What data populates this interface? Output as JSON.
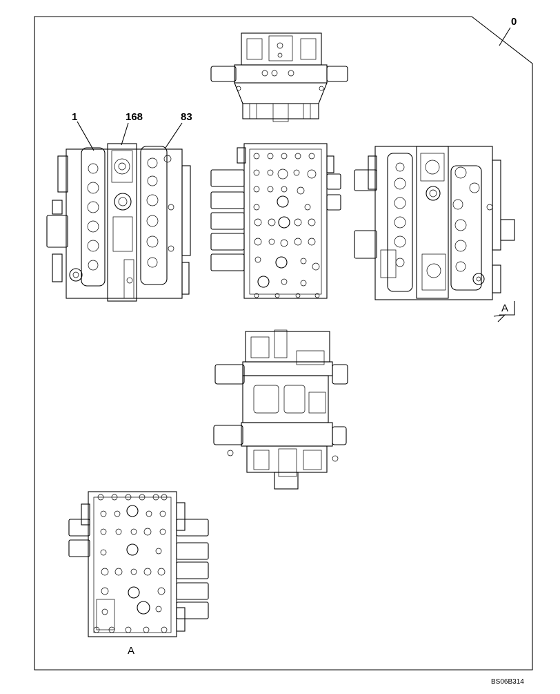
{
  "drawing": {
    "corner_ref": "0",
    "image_code": "BS06B314"
  },
  "callouts": [
    {
      "id": "1",
      "text": "1"
    },
    {
      "id": "168",
      "text": "168"
    },
    {
      "id": "83",
      "text": "83"
    }
  ],
  "view_marks": {
    "section_arrow": "A",
    "section_view": "A"
  },
  "icons": [
    "view-arrow-icon"
  ]
}
